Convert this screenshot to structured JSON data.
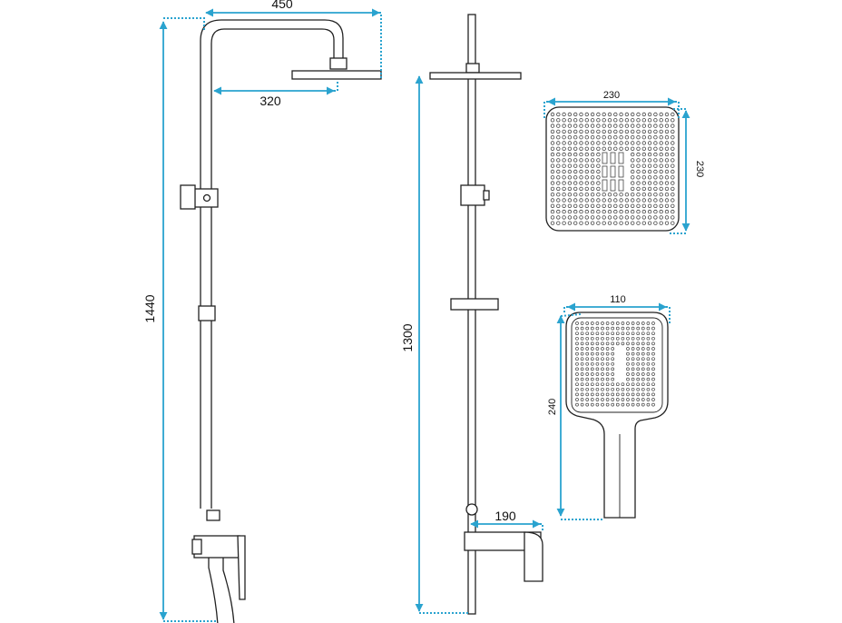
{
  "colors": {
    "dimension_line": "#2aa3cf",
    "outline": "#222222",
    "background": "#ffffff"
  },
  "dimensions": {
    "arm_reach": "450",
    "head_offset": "320",
    "total_height": "1440",
    "rail_height": "1300",
    "head_width": "230",
    "head_depth": "230",
    "hand_width": "110",
    "hand_length": "240",
    "spout_depth": "190"
  }
}
